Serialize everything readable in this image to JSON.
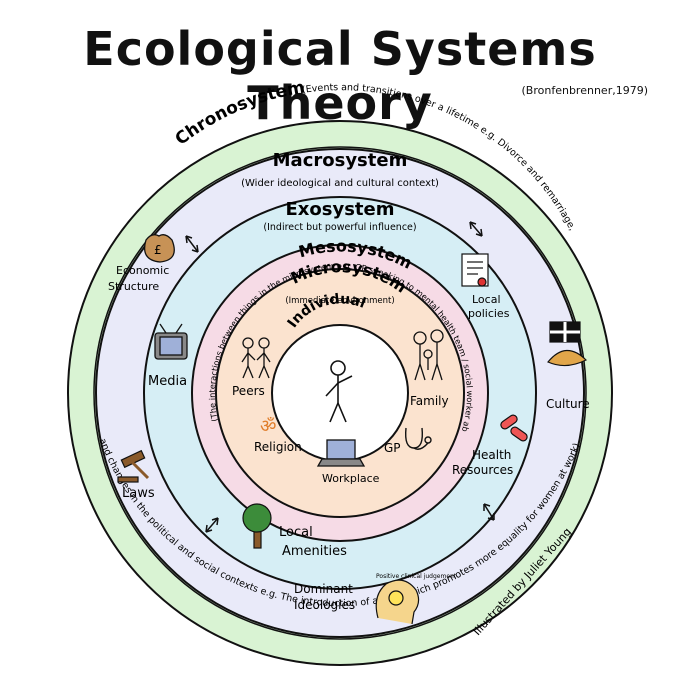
{
  "title": "Ecological Systems Theory",
  "citation": "(Bronfenbrenner,1979)",
  "colors": {
    "chronosystem": "#d9f3d3",
    "macrosystem": "#e9eaf9",
    "exosystem": "#d6eef5",
    "mesosystem": "#f6dbe6",
    "microsystem": "#fbe3cf",
    "individual": "#ffffff",
    "outline": "#111111",
    "green_ring": "#6cbf5c"
  },
  "rings": {
    "chronosystem": {
      "name": "Chronosystem",
      "desc": "(Events and transitions over a lifetime e.g. Divorce and remarriage, and changes in the political and social contexts e.g. The introduction of an act which promotes more equality for women at work)"
    },
    "macrosystem": {
      "name": "Macrosystem",
      "desc": "(Wider ideological and cultural context)"
    },
    "exosystem": {
      "name": "Exosystem",
      "desc": "(Indirect but powerful influence)"
    },
    "mesosystem": {
      "name": "Mesosystem",
      "desc": "(The interactions between things in the microsystem e.g. GP speaking to mental health team / social worker about a crisis escalating)"
    },
    "microsystem": {
      "name": "Microsystem",
      "desc": "(Immediate environment)"
    },
    "individual": {
      "name": "Individual"
    }
  },
  "micro_items": {
    "peers": "Peers",
    "family": "Family",
    "religion": "Religion",
    "workplace": "Workplace",
    "gp": "GP"
  },
  "exo_items": {
    "local_policies": "Local policies",
    "health_resources": "Health Resources",
    "local_amenities": "Local Amenities",
    "media": "Media"
  },
  "macro_items": {
    "economic_structure": "Economic Structure",
    "culture": "Culture",
    "laws": "Laws",
    "dominant_ideologies": "Dominant Ideologies"
  },
  "illustrator": "Illustrated by Juliet Young",
  "ideologies_bubble": "Positive clinical judgement",
  "om_symbol": "ॐ",
  "pound_symbol": "£"
}
